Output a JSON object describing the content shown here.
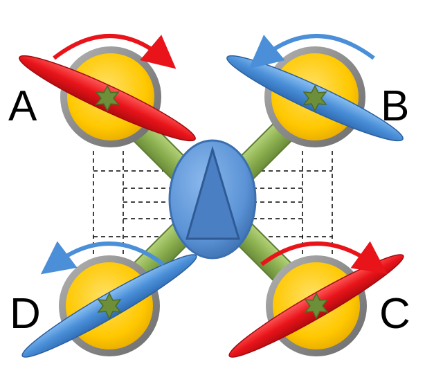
{
  "rotors": [
    {
      "label": "A",
      "spin": "clockwise",
      "color": "#e8141a"
    },
    {
      "label": "B",
      "spin": "counterclockwise",
      "color": "#4a8fd8"
    },
    {
      "label": "C",
      "spin": "clockwise",
      "color": "#e8141a"
    },
    {
      "label": "D",
      "spin": "counterclockwise",
      "color": "#4a8fd8"
    }
  ],
  "colors": {
    "rotor_ring": "#8a8a8a",
    "rotor_fill": "#ffc800",
    "arm": "#8cb050",
    "hub": "#5b93d6",
    "hub_triangle": "#4a7fc4",
    "motor_star": "#6e8f3a"
  }
}
